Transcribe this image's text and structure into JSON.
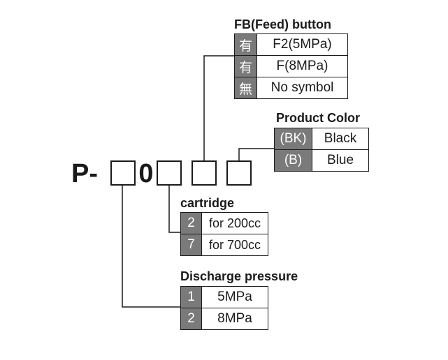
{
  "model_code": {
    "prefix": "P-",
    "fixed_digit": "0"
  },
  "colors": {
    "line": "#1a1a1a",
    "code_cell_bg": "#7a7a7a",
    "code_cell_text": "#ffffff"
  },
  "fb_button": {
    "title": "FB(Feed) button",
    "options": [
      {
        "code": "有",
        "desc": "F2(5MPa)"
      },
      {
        "code": "有",
        "desc": "F(8MPa)"
      },
      {
        "code": "無",
        "desc": "No symbol"
      }
    ]
  },
  "product_color": {
    "title": "Product Color",
    "options": [
      {
        "code": "(BK)",
        "desc": "Black"
      },
      {
        "code": "(B)",
        "desc": "Blue"
      }
    ]
  },
  "cartridge": {
    "title": "cartridge",
    "options": [
      {
        "code": "2",
        "desc": "for 200cc"
      },
      {
        "code": "7",
        "desc": "for 700cc"
      }
    ]
  },
  "discharge_pressure": {
    "title": "Discharge pressure",
    "options": [
      {
        "code": "1",
        "desc": "5MPa"
      },
      {
        "code": "2",
        "desc": "8MPa"
      }
    ]
  }
}
